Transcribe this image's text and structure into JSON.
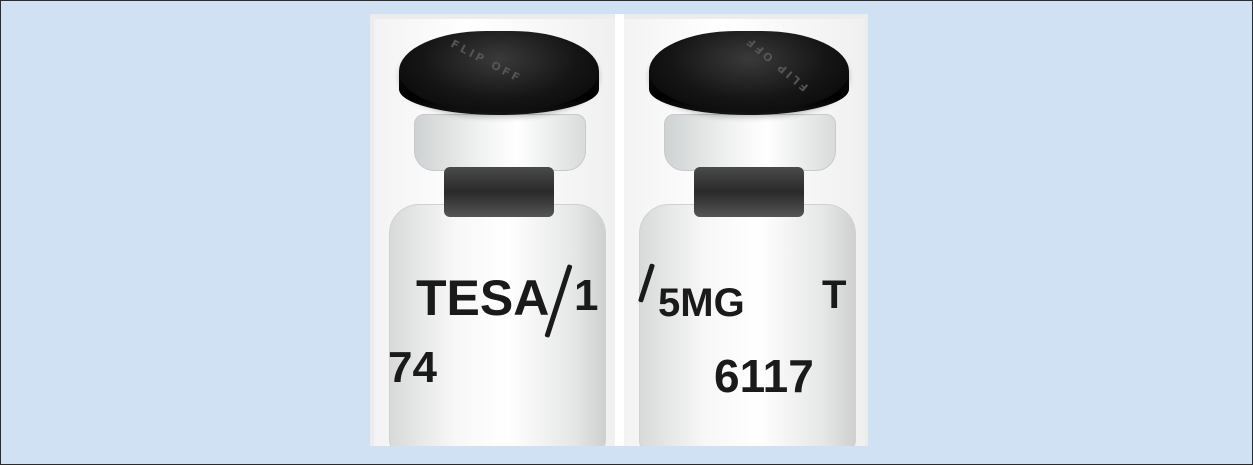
{
  "figure": {
    "left_vial": {
      "cap_text": "FLIP OFF",
      "label_line1": "TESA",
      "label_line1_suffix": "1",
      "label_line2": "74"
    },
    "right_vial": {
      "cap_text": "FLIP OFF",
      "label_line1": "5MG",
      "label_line1_suffix": "T",
      "label_line2": "6117"
    }
  }
}
